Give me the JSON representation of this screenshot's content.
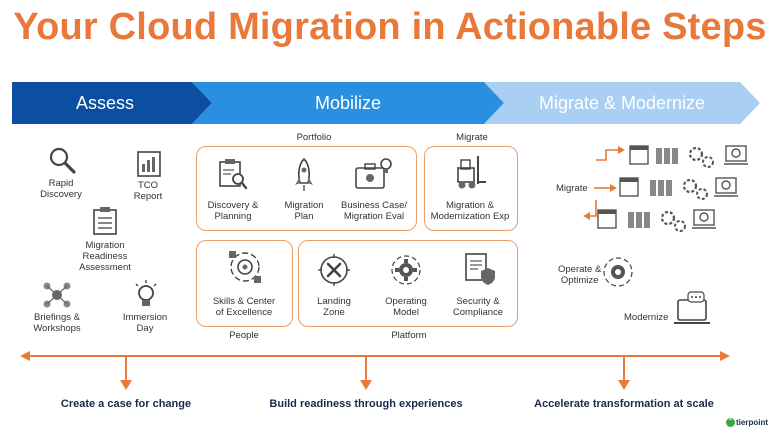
{
  "title": "Your Cloud Migration in Actionable Steps",
  "phases": [
    {
      "label": "Assess",
      "color": "#0b4ea2"
    },
    {
      "label": "Mobilize",
      "color": "#2a8fe0"
    },
    {
      "label": "Migrate & Modernize",
      "color": "#a9d0f2"
    }
  ],
  "assess": {
    "items": [
      {
        "label": "Rapid\nDiscovery",
        "icon": "magnifier-icon"
      },
      {
        "label": "TCO\nReport",
        "icon": "report-icon"
      },
      {
        "label": "Migration\nReadiness\nAssessment",
        "icon": "checklist-icon"
      },
      {
        "label": "Briefings &\nWorkshops",
        "icon": "people-network-icon"
      },
      {
        "label": "Immersion\nDay",
        "icon": "lightbulb-icon"
      }
    ]
  },
  "mobilize": {
    "groups": {
      "portfolio": "Portfolio",
      "migrate": "Migrate",
      "people": "People",
      "platform": "Platform"
    },
    "portfolio_items": [
      {
        "label": "Discovery &\nPlanning",
        "icon": "clipboard-search-icon"
      },
      {
        "label": "Migration\nPlan",
        "icon": "rocket-icon"
      },
      {
        "label": "Business Case/\nMigration Eval",
        "icon": "briefcase-gear-icon"
      }
    ],
    "migrate_items": [
      {
        "label": "Migration &\nModernization Exp",
        "icon": "forklift-icon"
      }
    ],
    "people_items": [
      {
        "label": "Skills & Center\nof Excellence",
        "icon": "target-cycle-icon"
      }
    ],
    "platform_items": [
      {
        "label": "Landing\nZone",
        "icon": "landing-target-icon"
      },
      {
        "label": "Operating\nModel",
        "icon": "gear-cycle-icon"
      },
      {
        "label": "Security &\nCompliance",
        "icon": "document-shield-icon"
      }
    ]
  },
  "migrate_modernize": {
    "migrate_label": "Migrate",
    "operate_label": "Operate &\nOptimize",
    "modernize_label": "Modernize"
  },
  "bottom": [
    "Create a case for change",
    "Build readiness through experiences",
    "Accelerate transformation at scale"
  ],
  "logo_text": "tierpoint",
  "colors": {
    "accent": "#e8793a",
    "box_border": "#e8a06e",
    "dark_text": "#1b2a4a",
    "logo_green": "#3da34a"
  }
}
